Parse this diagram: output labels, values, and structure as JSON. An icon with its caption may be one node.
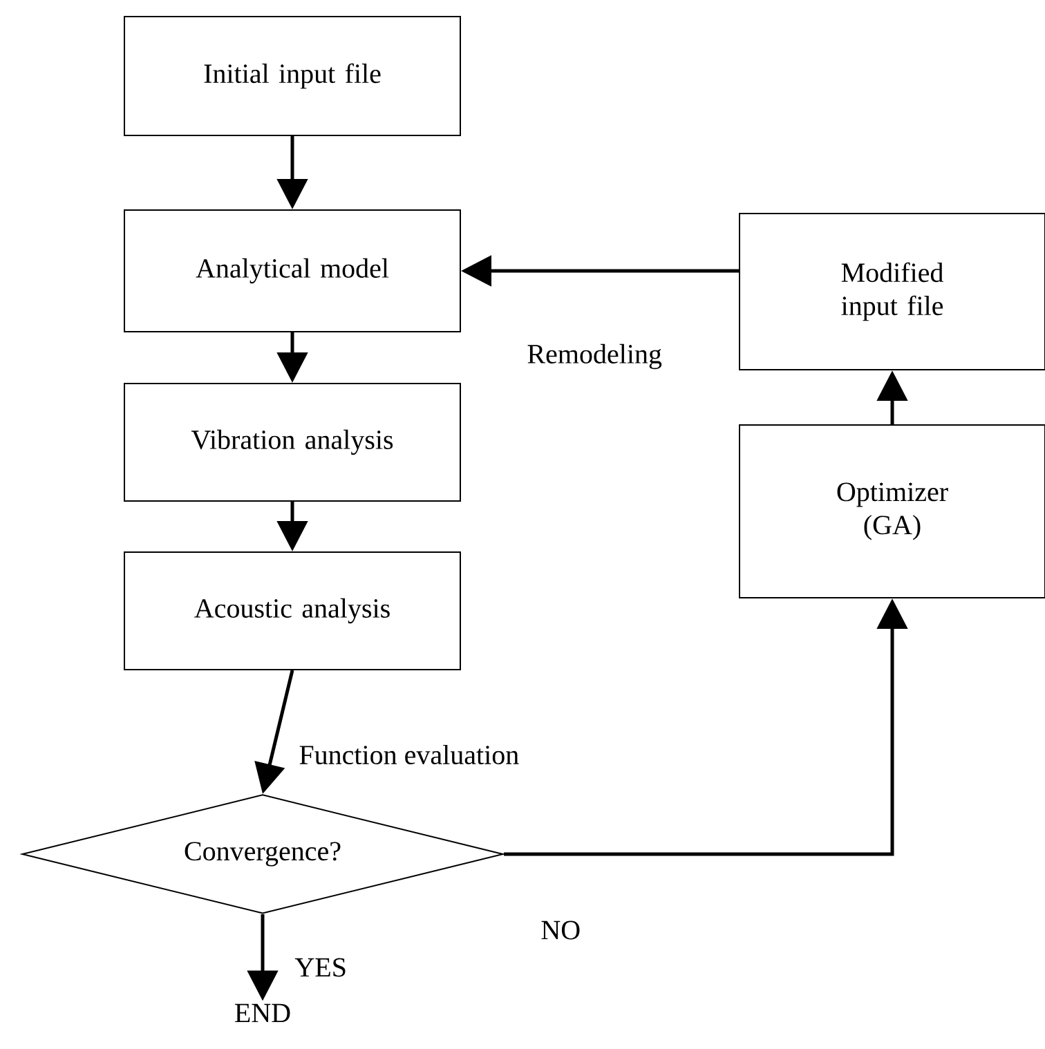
{
  "diagram": {
    "nodes": [
      {
        "text": [
          "Initial input file"
        ]
      },
      {
        "text": [
          "Analytical model"
        ]
      },
      {
        "text": [
          "Vibration analysis"
        ]
      },
      {
        "text": [
          "Acoustic analysis"
        ]
      },
      {
        "text": [
          "Convergence?"
        ]
      },
      {
        "text": [
          "END"
        ]
      },
      {
        "text": [
          "Modified input file"
        ]
      },
      {
        "text": [
          "Optimizer (GA)"
        ]
      }
    ],
    "edges": [
      {
        "from": 0,
        "to": 1,
        "arrow": "to"
      },
      {
        "from": 1,
        "to": 2,
        "arrow": "to"
      },
      {
        "from": 2,
        "to": 3,
        "arrow": "to"
      },
      {
        "from": 3,
        "to": 4,
        "arrow": "to",
        "label": "Function evaluation"
      },
      {
        "from": 4,
        "to": 5,
        "arrow": "to",
        "label": "YES"
      },
      {
        "from": 4,
        "to": 7,
        "arrow": "to",
        "label": "NO"
      },
      {
        "from": 7,
        "to": 6,
        "arrow": "to"
      },
      {
        "from": 6,
        "to": 1,
        "arrow": "to",
        "label": "Remodeling"
      }
    ]
  }
}
